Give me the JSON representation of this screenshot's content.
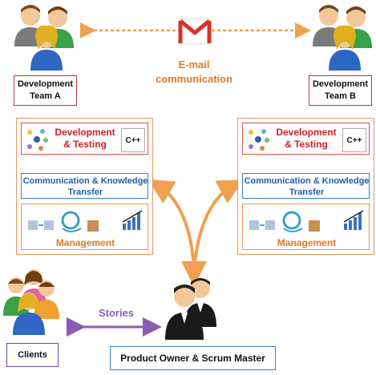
{
  "email": {
    "line1": "E-mail",
    "line2": "communication",
    "icon": "gmail-icon"
  },
  "team_a": {
    "line1": "Development",
    "line2": "Team A"
  },
  "team_b": {
    "line1": "Development",
    "line2": "Team B"
  },
  "panel_left": {
    "dev_line1": "Development",
    "dev_line2": "& Testing",
    "cpp": "C++",
    "comm_line1": "Communication & Knowledge",
    "comm_line2": "Transfer",
    "mgmt": "Management"
  },
  "panel_right": {
    "dev_line1": "Development",
    "dev_line2": "& Testing",
    "cpp": "C++",
    "comm_line1": "Communication & Knowledge",
    "comm_line2": "Transfer",
    "mgmt": "Management"
  },
  "stories": "Stories",
  "clients": "Clients",
  "product_owner": "Product Owner & Scrum Master",
  "colors": {
    "accent_orange": "#e8955a",
    "accent_red": "#d0202a",
    "accent_blue": "#1f5fa8",
    "arrow_purple": "#8a5bb5"
  }
}
